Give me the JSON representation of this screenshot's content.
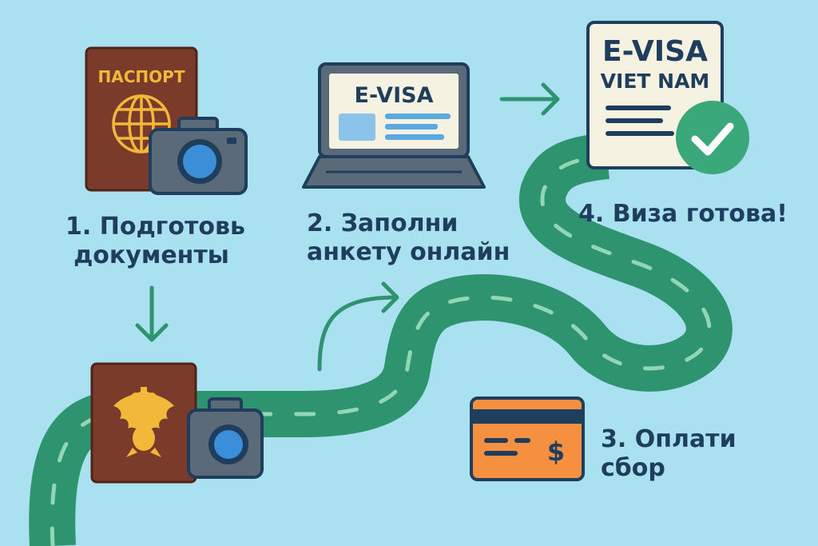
{
  "steps": [
    {
      "number": "1.",
      "lines": [
        "Подготовь",
        "документы"
      ],
      "icons": [
        "passport-icon",
        "camera-icon"
      ]
    },
    {
      "number": "2.",
      "lines": [
        "Заполни",
        "анкету онлайн"
      ],
      "icons": [
        "laptop-icon"
      ]
    },
    {
      "number": "3.",
      "lines": [
        "Оплати",
        "сбор"
      ],
      "icons": [
        "credit-card-icon"
      ]
    },
    {
      "number": "4.",
      "lines": [
        "Виза готова!"
      ],
      "icons": [
        "visa-document-icon",
        "checkmark-icon"
      ]
    }
  ],
  "passport": {
    "label": "ПАСПОРТ"
  },
  "laptop_screen": {
    "title": "E-VISA"
  },
  "visa_document": {
    "title": "E-VISA",
    "subtitle": "VIET NAM"
  },
  "payment_card": {
    "symbol": "$"
  },
  "colors": {
    "background": "#a9e1f0",
    "road": "#2e9470",
    "text": "#1f3d5c",
    "passport": "#7a3b2a",
    "gold": "#f2b83a",
    "card": "#f59040",
    "check": "#3aa87a"
  }
}
